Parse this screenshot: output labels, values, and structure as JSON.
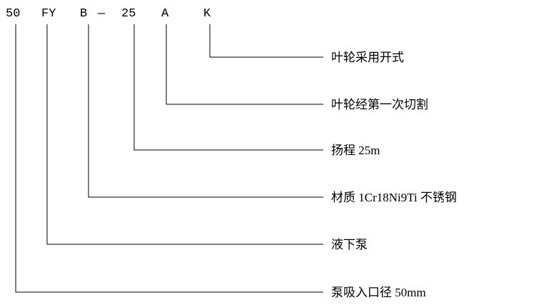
{
  "code_parts": [
    {
      "text": "50"
    },
    {
      "text": "FY"
    },
    {
      "text": "B"
    },
    {
      "text": "—"
    },
    {
      "text": "25"
    },
    {
      "text": "A"
    },
    {
      "text": "K"
    }
  ],
  "annotations": [
    {
      "part": "K",
      "label": "叶轮采用开式"
    },
    {
      "part": "A",
      "label": "叶轮经第一次切割"
    },
    {
      "part": "25",
      "label": "扬程 25m"
    },
    {
      "part": "B",
      "label": "材质 1Cr18Ni9Ti 不锈钢"
    },
    {
      "part": "FY",
      "label": "液下泵"
    },
    {
      "part": "50",
      "label": "泵吸入口径 50mm"
    }
  ],
  "colors": {
    "text": "#000000",
    "line": "#000000",
    "background": "#ffffff"
  }
}
